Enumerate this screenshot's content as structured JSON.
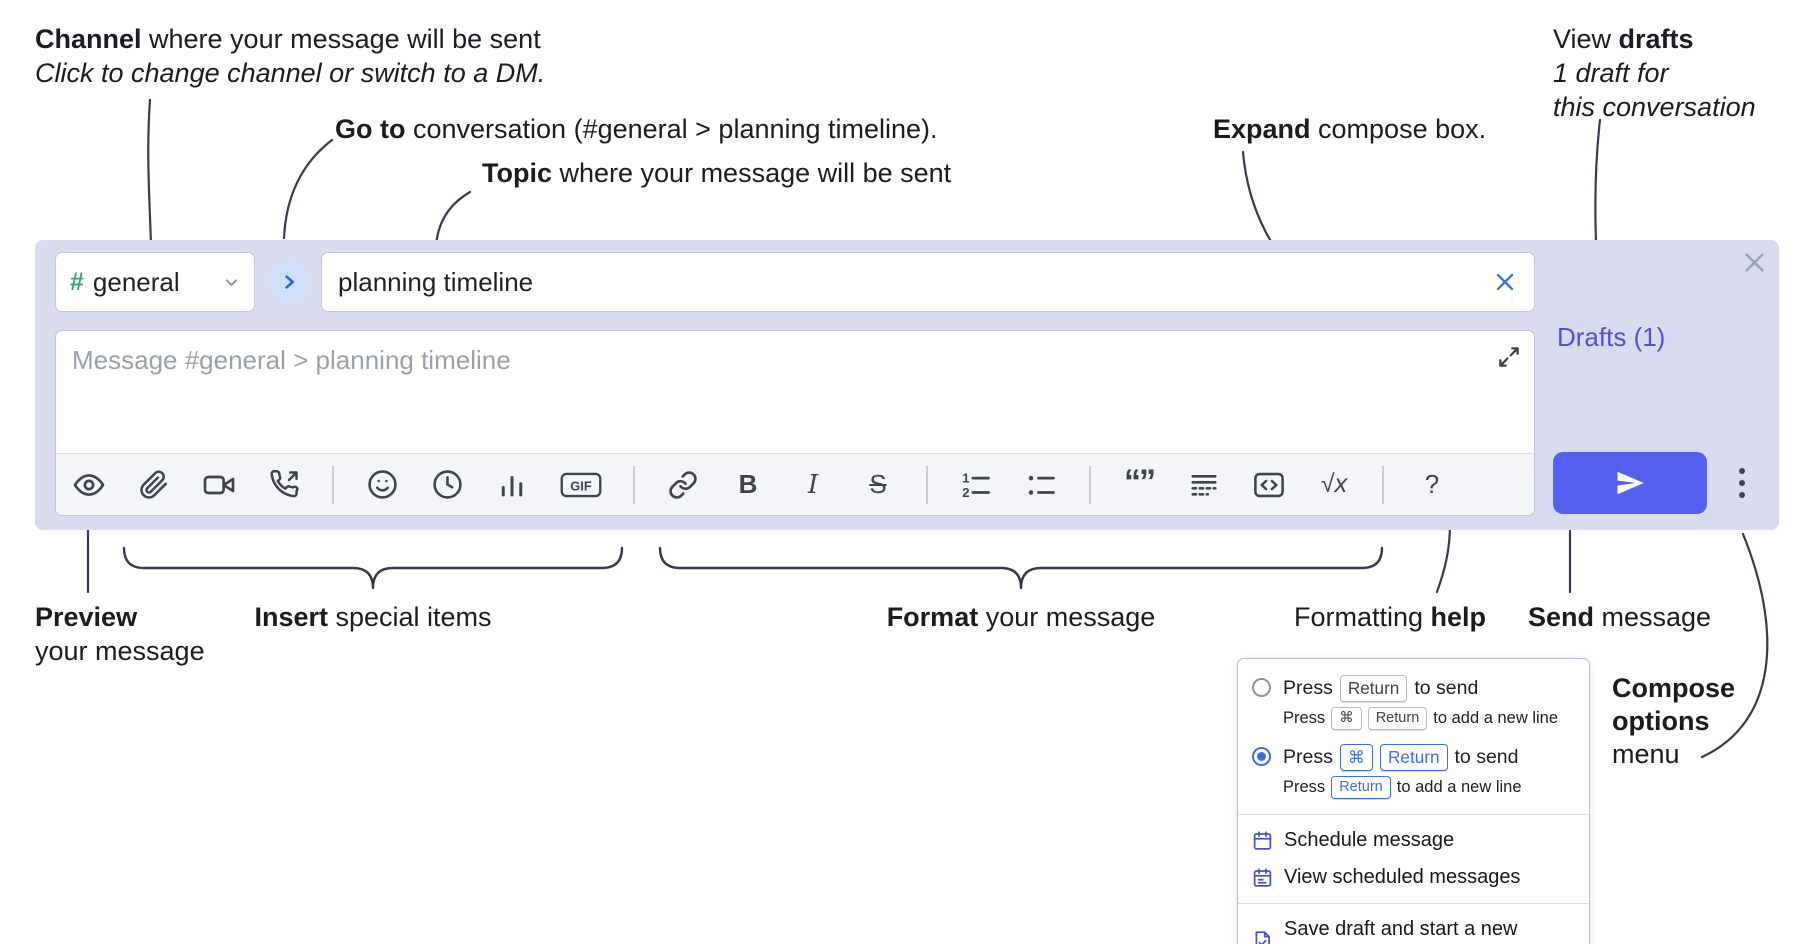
{
  "colors": {
    "accent": "#5460ee",
    "link": "#4f51d0",
    "blue": "#3b6fdd",
    "green": "#3da46e",
    "icon": "#3f4350",
    "line": "#363a4e",
    "compose-bg": "#d9dcf0",
    "menu-icon": "#4753c8"
  },
  "annotations": {
    "channel": {
      "bold": "Channel",
      "rest": " where your message will be sent",
      "sub": "Click to change channel or switch to a DM."
    },
    "goto": {
      "bold": "Go to",
      "rest": " conversation (#general > planning timeline)."
    },
    "topic": {
      "bold": "Topic",
      "rest": " where your message will be sent"
    },
    "expand": {
      "bold": "Expand",
      "rest": " compose box."
    },
    "drafts": {
      "pre": "View ",
      "bold": "drafts",
      "sub1": "1 draft for",
      "sub2": "this conversation"
    },
    "preview": {
      "bold": "Preview",
      "sub": "your message"
    },
    "insert": {
      "bold": "Insert",
      "rest": " special items"
    },
    "format": {
      "bold": "Format",
      "rest": " your message"
    },
    "help": {
      "pre": "Formatting ",
      "bold": "help"
    },
    "send": {
      "bold": "Send",
      "rest": " message"
    },
    "compose_menu": {
      "line1": "Compose",
      "line2": "options",
      "line3": "menu"
    }
  },
  "compose": {
    "channel_hash": "#",
    "channel_name": "general",
    "topic_value": "planning timeline",
    "message_placeholder": "Message #general > planning timeline",
    "drafts_link": "Drafts (1)",
    "toolbar": {
      "bold_glyph": "B",
      "italic_glyph": "I",
      "strike_glyph": "S",
      "gif_glyph": "GIF",
      "quote_glyph": "“”",
      "math_glyph": "√x",
      "help_glyph": "?",
      "numbered_1": "1",
      "numbered_2": "2",
      "icons": [
        "preview",
        "attach-file",
        "add-video-call",
        "add-voice-call",
        "emoji",
        "add-global-time",
        "add-poll",
        "add-gif",
        "link",
        "bold",
        "italic",
        "strikethrough",
        "numbered-list",
        "bulleted-list",
        "quote",
        "spoiler",
        "code",
        "math",
        "help"
      ]
    }
  },
  "popup": {
    "option1": {
      "line": {
        "pre": "Press",
        "key1": "Return",
        "post": "to send"
      },
      "sub": {
        "pre": "Press",
        "key1": "⌘",
        "key2": "Return",
        "post": "to add a new line"
      }
    },
    "option2": {
      "line": {
        "pre": "Press",
        "key1": "⌘",
        "key2": "Return",
        "post": "to send"
      },
      "sub": {
        "pre": "Press",
        "key1": "Return",
        "post": "to add a new line"
      }
    },
    "items": [
      "Schedule message",
      "View scheduled messages",
      "Save draft and start a new message"
    ]
  }
}
